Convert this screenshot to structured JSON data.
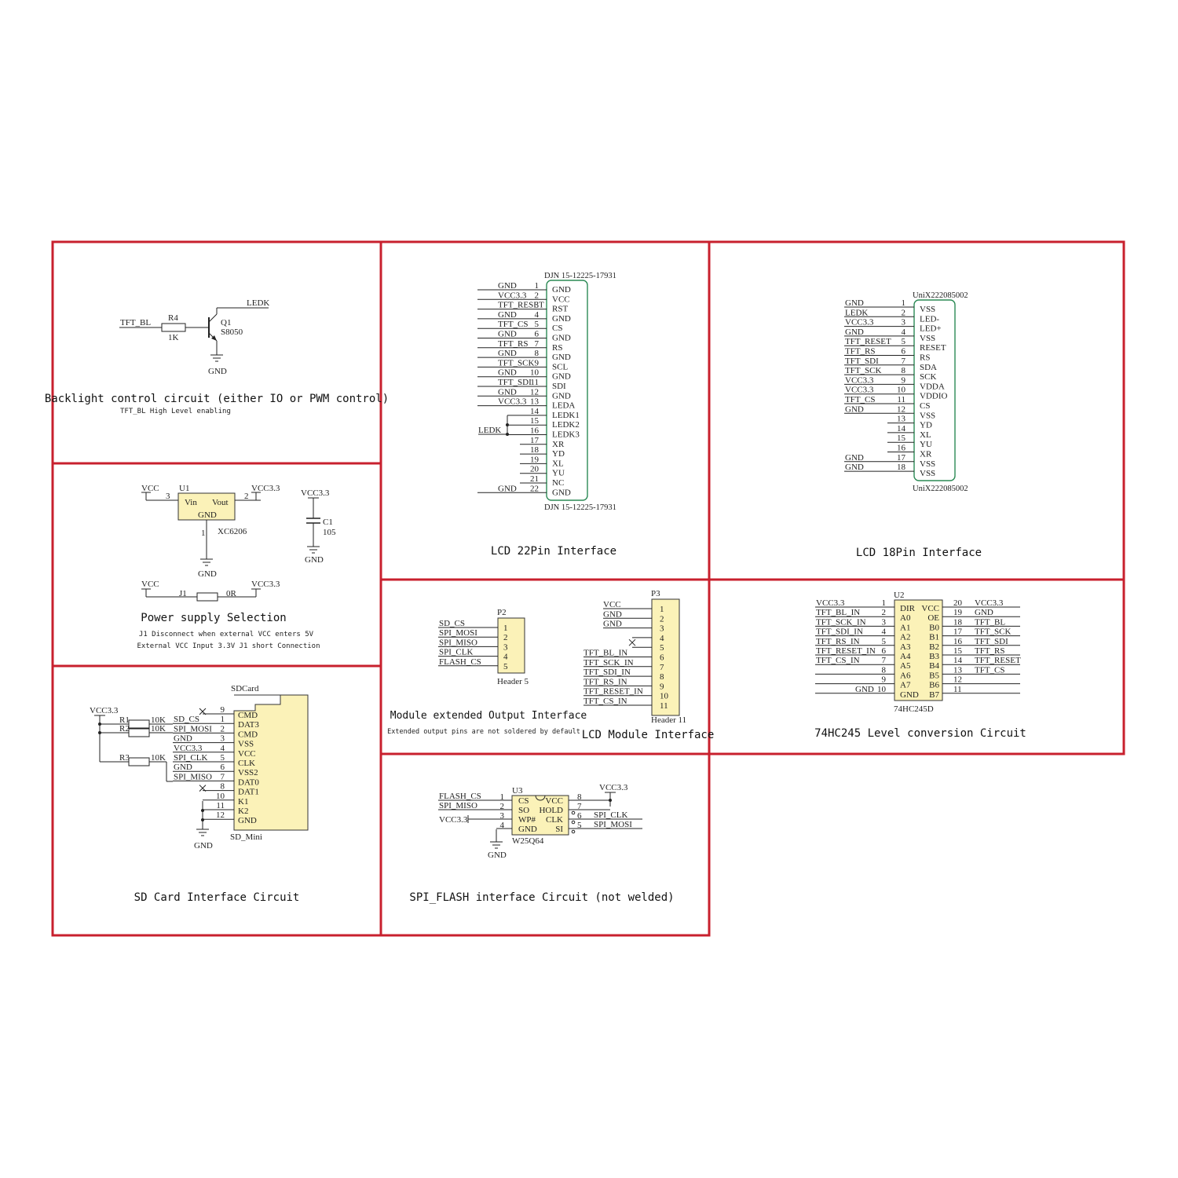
{
  "colors": {
    "frame": "#c8202e",
    "chip_fill": "#fbf2b8",
    "connector_outline": "#2c8a55"
  },
  "backlight": {
    "tft_bl": "TFT_BL",
    "r4": "R4",
    "r4_val": "1K",
    "q1": "Q1",
    "q1_part": "S8050",
    "ledk": "LEDK",
    "gnd": "GND",
    "caption": "Backlight control circuit (either IO or PWM control)",
    "note": "TFT_BL High Level enabling"
  },
  "power": {
    "vcc": "VCC",
    "u1": "U1",
    "vcc33": "VCC3.3",
    "pin3": "3",
    "pin2": "2",
    "vin": "Vin",
    "vout": "Vout",
    "gnd_pin": "GND",
    "pin1": "1",
    "part": "XC6206",
    "gnd": "GND",
    "c_vcc": "VCC3.3",
    "c1": "C1",
    "c1_val": "105",
    "c_gnd": "GND",
    "j_vcc": "VCC",
    "j1": "J1",
    "j_val": "0R",
    "j_vcc33": "VCC3.3",
    "caption": "Power supply Selection",
    "note1": "J1 Disconnect when external VCC enters 5V",
    "note2": "External VCC Input 3.3V J1 short Connection"
  },
  "sd": {
    "vcc33": "VCC3.3",
    "title": "SDCard",
    "foot": "SD_Mini",
    "r1": "R1",
    "r2": "R2",
    "r3": "R3",
    "r_val": "10K",
    "gnd": "GND",
    "rows": [
      {
        "net": "",
        "num": "9",
        "pin": "CMD"
      },
      {
        "net": "SD_CS",
        "num": "1",
        "pin": "DAT3"
      },
      {
        "net": "SPI_MOSI",
        "num": "2",
        "pin": "CMD"
      },
      {
        "net": "GND",
        "num": "3",
        "pin": "VSS"
      },
      {
        "net": "VCC3.3",
        "num": "4",
        "pin": "VCC"
      },
      {
        "net": "SPI_CLK",
        "num": "5",
        "pin": "CLK"
      },
      {
        "net": "GND",
        "num": "6",
        "pin": "VSS2"
      },
      {
        "net": "SPI_MISO",
        "num": "7",
        "pin": "DAT0"
      },
      {
        "net": "",
        "num": "8",
        "pin": "DAT1"
      },
      {
        "net": "",
        "num": "10",
        "pin": "K1"
      },
      {
        "net": "",
        "num": "11",
        "pin": "K2"
      },
      {
        "net": "",
        "num": "12",
        "pin": "GND"
      }
    ],
    "caption": "SD Card Interface Circuit"
  },
  "lcd22": {
    "part_top": "DJN 15-12225-17931",
    "part_bottom": "DJN 15-12225-17931",
    "ledk": "LEDK",
    "rows": [
      {
        "net": "GND",
        "num": "1",
        "pin": "GND"
      },
      {
        "net": "VCC3.3",
        "num": "2",
        "pin": "VCC"
      },
      {
        "net": "TFT_RESET",
        "num": "3",
        "pin": "RST"
      },
      {
        "net": "GND",
        "num": "4",
        "pin": "GND"
      },
      {
        "net": "TFT_CS",
        "num": "5",
        "pin": "CS"
      },
      {
        "net": "GND",
        "num": "6",
        "pin": "GND"
      },
      {
        "net": "TFT_RS",
        "num": "7",
        "pin": "RS"
      },
      {
        "net": "GND",
        "num": "8",
        "pin": "GND"
      },
      {
        "net": "TFT_SCK",
        "num": "9",
        "pin": "SCL"
      },
      {
        "net": "GND",
        "num": "10",
        "pin": "GND"
      },
      {
        "net": "TFT_SDI",
        "num": "11",
        "pin": "SDI"
      },
      {
        "net": "GND",
        "num": "12",
        "pin": "GND"
      },
      {
        "net": "VCC3.3",
        "num": "13",
        "pin": "LEDA"
      },
      {
        "net": "",
        "num": "14",
        "pin": "LEDK1"
      },
      {
        "net": "",
        "num": "15",
        "pin": "LEDK2"
      },
      {
        "net": "",
        "num": "16",
        "pin": "LEDK3"
      },
      {
        "net": "",
        "num": "17",
        "pin": "XR"
      },
      {
        "net": "",
        "num": "18",
        "pin": "YD"
      },
      {
        "net": "",
        "num": "19",
        "pin": "XL"
      },
      {
        "net": "",
        "num": "20",
        "pin": "YU"
      },
      {
        "net": "",
        "num": "21",
        "pin": "NC"
      },
      {
        "net": "GND",
        "num": "22",
        "pin": "GND"
      }
    ],
    "caption": "LCD 22Pin Interface"
  },
  "lcd18": {
    "part_top": "UniX222085002",
    "part_bottom": "UniX222085002",
    "rows": [
      {
        "net": "GND",
        "num": "1",
        "pin": "VSS"
      },
      {
        "net": "LEDK",
        "num": "2",
        "pin": "LED-"
      },
      {
        "net": "VCC3.3",
        "num": "3",
        "pin": "LED+"
      },
      {
        "net": "GND",
        "num": "4",
        "pin": "VSS"
      },
      {
        "net": "TFT_RESET",
        "num": "5",
        "pin": "RESET"
      },
      {
        "net": "TFT_RS",
        "num": "6",
        "pin": "RS"
      },
      {
        "net": "TFT_SDI",
        "num": "7",
        "pin": "SDA"
      },
      {
        "net": "TFT_SCK",
        "num": "8",
        "pin": "SCK"
      },
      {
        "net": "VCC3.3",
        "num": "9",
        "pin": "VDDA"
      },
      {
        "net": "VCC3.3",
        "num": "10",
        "pin": "VDDIO"
      },
      {
        "net": "TFT_CS",
        "num": "11",
        "pin": "CS"
      },
      {
        "net": "GND",
        "num": "12",
        "pin": "VSS"
      },
      {
        "net": "",
        "num": "13",
        "pin": "YD"
      },
      {
        "net": "",
        "num": "14",
        "pin": "XL"
      },
      {
        "net": "",
        "num": "15",
        "pin": "YU"
      },
      {
        "net": "",
        "num": "16",
        "pin": "XR"
      },
      {
        "net": "GND",
        "num": "17",
        "pin": "VSS"
      },
      {
        "net": "GND",
        "num": "18",
        "pin": "VSS"
      }
    ],
    "caption": "LCD 18Pin Interface"
  },
  "module": {
    "p2": "P2",
    "p2_foot": "Header 5",
    "p2_rows": [
      {
        "net": "SD_CS",
        "num": "1"
      },
      {
        "net": "SPI_MOSI",
        "num": "2"
      },
      {
        "net": "SPI_MISO",
        "num": "3"
      },
      {
        "net": "SPI_CLK",
        "num": "4"
      },
      {
        "net": "FLASH_CS",
        "num": "5"
      }
    ],
    "p3": "P3",
    "p3_foot": "Header 11",
    "p3_rows": [
      {
        "net": "VCC",
        "num": "1"
      },
      {
        "net": "GND",
        "num": "2"
      },
      {
        "net": "GND",
        "num": "3"
      },
      {
        "net": "",
        "num": "4"
      },
      {
        "net": "",
        "num": "5"
      },
      {
        "net": "TFT_BL_IN",
        "num": "6"
      },
      {
        "net": "TFT_SCK_IN",
        "num": "7"
      },
      {
        "net": "TFT_SDI_IN",
        "num": "8"
      },
      {
        "net": "TFT_RS_IN",
        "num": "9"
      },
      {
        "net": "TFT_RESET_IN",
        "num": "10"
      },
      {
        "net": "TFT_CS_IN",
        "num": "11"
      }
    ],
    "caption_ext": "Module extended Output Interface",
    "note_ext": "Extended output pins are not soldered by default",
    "caption_lcd": "LCD Module Interface"
  },
  "hc245": {
    "u2": "U2",
    "part": "74HC245D",
    "rows": [
      {
        "lnet": "VCC3.3",
        "lnum": "1",
        "lpin": "DIR",
        "rpin": "VCC",
        "rnum": "20",
        "rnet": "VCC3.3"
      },
      {
        "lnet": "TFT_BL_IN",
        "lnum": "2",
        "lpin": "A0",
        "rpin": "OE",
        "rnum": "19",
        "rnet": "GND"
      },
      {
        "lnet": "TFT_SCK_IN",
        "lnum": "3",
        "lpin": "A1",
        "rpin": "B0",
        "rnum": "18",
        "rnet": "TFT_BL"
      },
      {
        "lnet": "TFT_SDI_IN",
        "lnum": "4",
        "lpin": "A2",
        "rpin": "B1",
        "rnum": "17",
        "rnet": "TFT_SCK"
      },
      {
        "lnet": "TFT_RS_IN",
        "lnum": "5",
        "lpin": "A3",
        "rpin": "B2",
        "rnum": "16",
        "rnet": "TFT_SDI"
      },
      {
        "lnet": "TFT_RESET_IN",
        "lnum": "6",
        "lpin": "A4",
        "rpin": "B3",
        "rnum": "15",
        "rnet": "TFT_RS"
      },
      {
        "lnet": "TFT_CS_IN",
        "lnum": "7",
        "lpin": "A5",
        "rpin": "B4",
        "rnum": "14",
        "rnet": "TFT_RESET"
      },
      {
        "lnet": "",
        "lnum": "8",
        "lpin": "A6",
        "rpin": "B5",
        "rnum": "13",
        "rnet": "TFT_CS"
      },
      {
        "lnet": "",
        "lnum": "9",
        "lpin": "A7",
        "rpin": "B6",
        "rnum": "12",
        "rnet": ""
      },
      {
        "lnet": "GND",
        "lnum": "10",
        "lpin": "GND",
        "rpin": "B7",
        "rnum": "11",
        "rnet": ""
      }
    ],
    "caption": "74HC245 Level conversion Circuit"
  },
  "flash": {
    "u3": "U3",
    "part": "W25Q64",
    "vcc33": "VCC3.3",
    "gnd": "GND",
    "left": [
      {
        "net": "FLASH_CS",
        "num": "1",
        "pin": "CS"
      },
      {
        "net": "SPI_MISO",
        "num": "2",
        "pin": "SO"
      },
      {
        "net": "VCC3.3",
        "num": "3",
        "pin": "WP#"
      },
      {
        "net": "",
        "num": "4",
        "pin": "GND"
      }
    ],
    "right": [
      {
        "pin": "VCC",
        "num": "8",
        "net": ""
      },
      {
        "pin": "HOLD",
        "num": "7",
        "net": ""
      },
      {
        "pin": "CLK",
        "num": "6",
        "net": "SPI_CLK"
      },
      {
        "pin": "SI",
        "num": "5",
        "net": "SPI_MOSI"
      }
    ],
    "caption": "SPI_FLASH interface Circuit (not welded)"
  }
}
